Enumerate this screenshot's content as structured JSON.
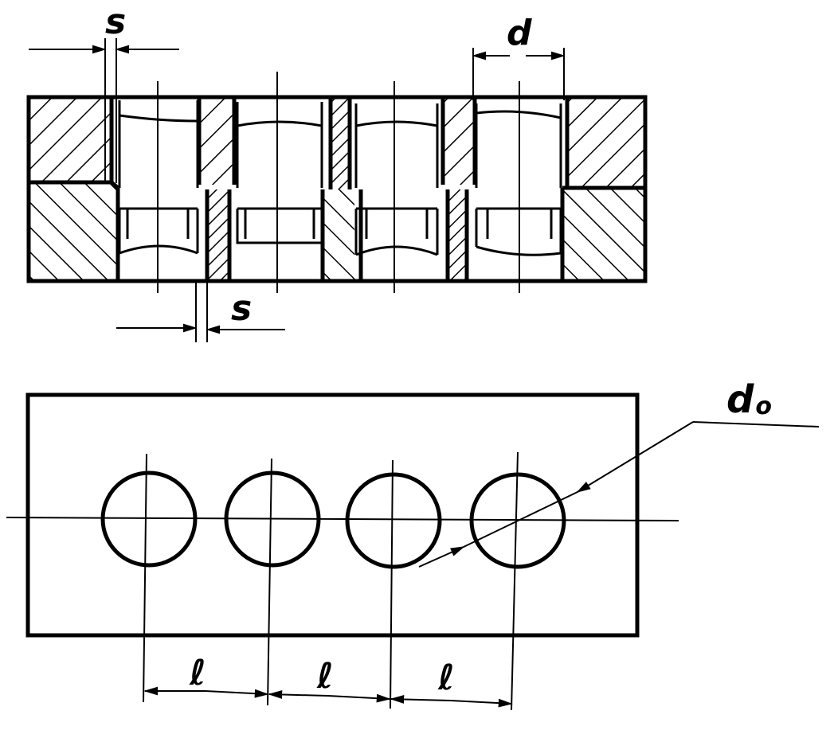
{
  "labels": {
    "s_top": "s",
    "s_bottom": "s",
    "d": "d",
    "d0_main": "d",
    "d0_sub": "o",
    "l1": "ℓ",
    "l2": "ℓ",
    "l3": "ℓ"
  },
  "colors": {
    "ink": "#000000",
    "paper": "#ffffff"
  }
}
